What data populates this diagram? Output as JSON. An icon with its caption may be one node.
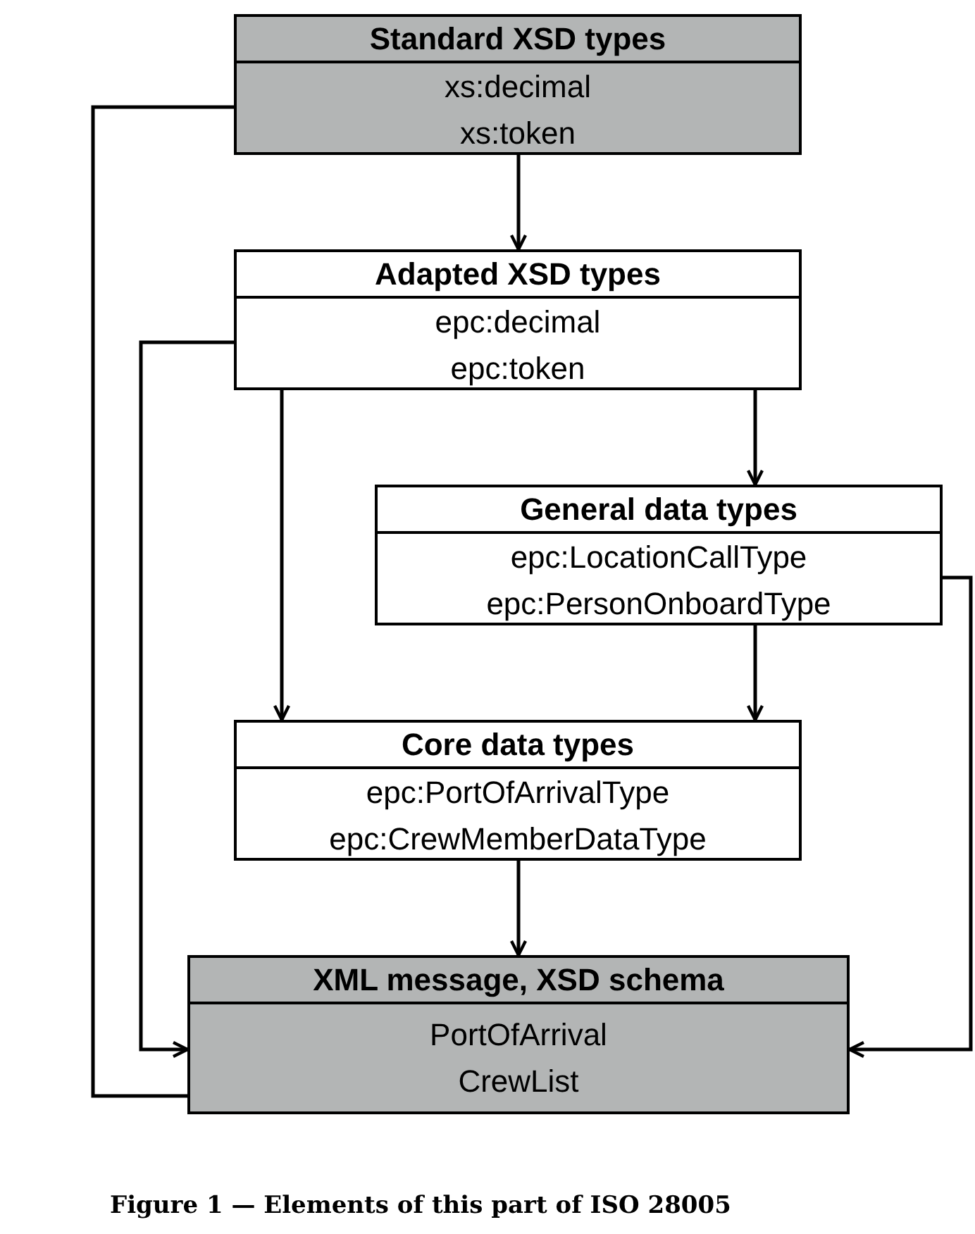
{
  "diagram": {
    "caption": "Figure 1 — Elements of this part of ISO 28005",
    "nodes": [
      {
        "text": [
          "Standard XSD types",
          "xs:decimal",
          "xs:token"
        ]
      },
      {
        "text": [
          "Adapted XSD types",
          "epc:decimal",
          "epc:token"
        ]
      },
      {
        "text": [
          "General data types",
          "epc:LocationCallType",
          "epc:PersonOnboardType"
        ]
      },
      {
        "text": [
          "Core data types",
          "epc:PortOfArrivalType",
          "epc:CrewMemberDataType"
        ]
      },
      {
        "text": [
          "XML message, XSD schema",
          "PortOfArrival",
          "CrewList"
        ]
      }
    ],
    "edges": [
      {
        "from": 0,
        "to": 1,
        "arrow": "to"
      },
      {
        "from": 0,
        "to": 4,
        "arrow": "none"
      },
      {
        "from": 1,
        "to": 4,
        "arrow": "to"
      },
      {
        "from": 1,
        "to": 3,
        "arrow": "to"
      },
      {
        "from": 1,
        "to": 2,
        "arrow": "to"
      },
      {
        "from": 2,
        "to": 3,
        "arrow": "to"
      },
      {
        "from": 3,
        "to": 4,
        "arrow": "to"
      },
      {
        "from": 2,
        "to": 4,
        "arrow": "to"
      }
    ]
  }
}
